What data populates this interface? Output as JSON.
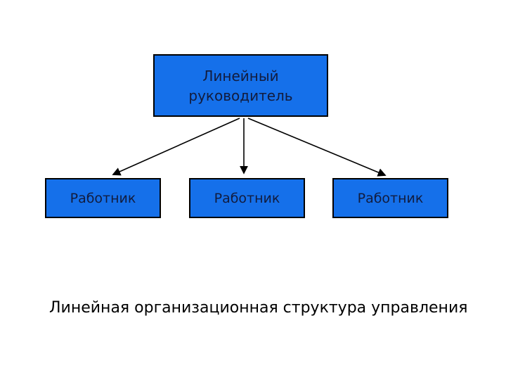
{
  "diagram": {
    "root_node": {
      "lines": [
        "Линейный",
        "руководитель"
      ]
    },
    "worker_nodes": [
      {
        "label": "Работник"
      },
      {
        "label": "Работник"
      },
      {
        "label": "Работник"
      }
    ],
    "connectors": [
      {
        "from": "root-node",
        "to": "worker-node-1",
        "style": "arrow"
      },
      {
        "from": "root-node",
        "to": "worker-node-2",
        "style": "arrow"
      },
      {
        "from": "root-node",
        "to": "worker-node-3",
        "style": "arrow"
      }
    ],
    "caption": "Линейная организационная структура управления"
  },
  "colors": {
    "background": "#ffffff",
    "box_fill": "#1570ea",
    "box_border": "#000000",
    "box_text": "#121c3e",
    "arrow": "#000000",
    "caption_text": "#000000"
  }
}
